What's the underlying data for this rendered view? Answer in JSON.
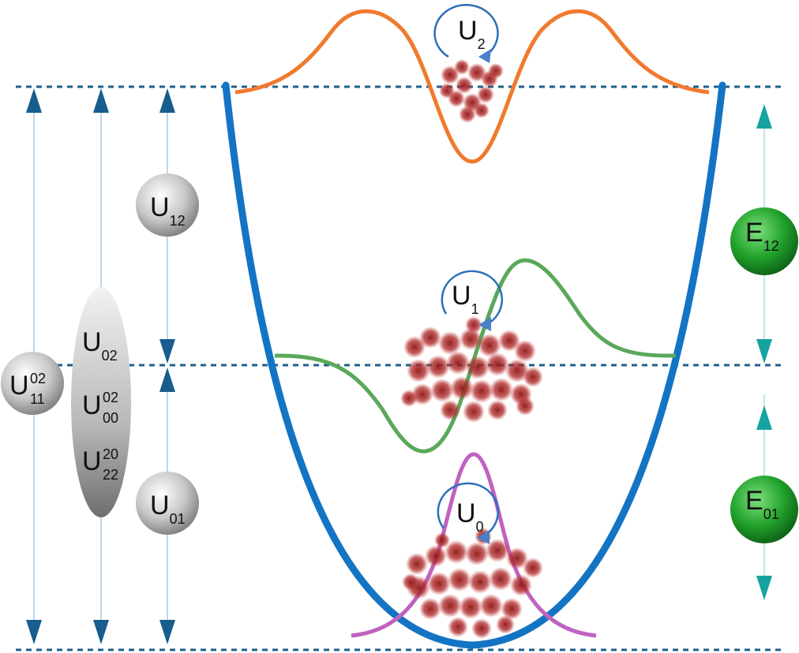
{
  "labels": {
    "u2": {
      "base": "U",
      "sub": "2"
    },
    "u1": {
      "base": "U",
      "sub": "1"
    },
    "u0": {
      "base": "U",
      "sub": "0"
    },
    "u12": {
      "base": "U",
      "sub": "12"
    },
    "u01": {
      "base": "U",
      "sub": "01"
    },
    "u11_02": {
      "base": "U",
      "sup": "02",
      "sub": "11"
    },
    "u02": {
      "base": "U",
      "sub": "02"
    },
    "u00_02": {
      "base": "U",
      "sup": "02",
      "sub": "00"
    },
    "u22_20": {
      "base": "U",
      "sup": "20",
      "sub": "22"
    },
    "e12": {
      "base": "E",
      "sub": "12"
    },
    "e01": {
      "base": "E",
      "sub": "01"
    }
  },
  "colors": {
    "well": "#1474c4",
    "level_line": "#1f5f8b",
    "arrow_dark": "#175d8e",
    "arrow_teal": "#14a3a0",
    "wave_top": "#f07a2e",
    "wave_mid": "#5aa85a",
    "wave_low": "#c062c0",
    "cloud": "#a52020",
    "ball_grey": "#9a9a9a",
    "ball_green": "#1e9a2a"
  },
  "icons": {
    "rotation": "circular-arrow-icon",
    "up": "triangle-up-icon",
    "down": "triangle-down-icon"
  }
}
